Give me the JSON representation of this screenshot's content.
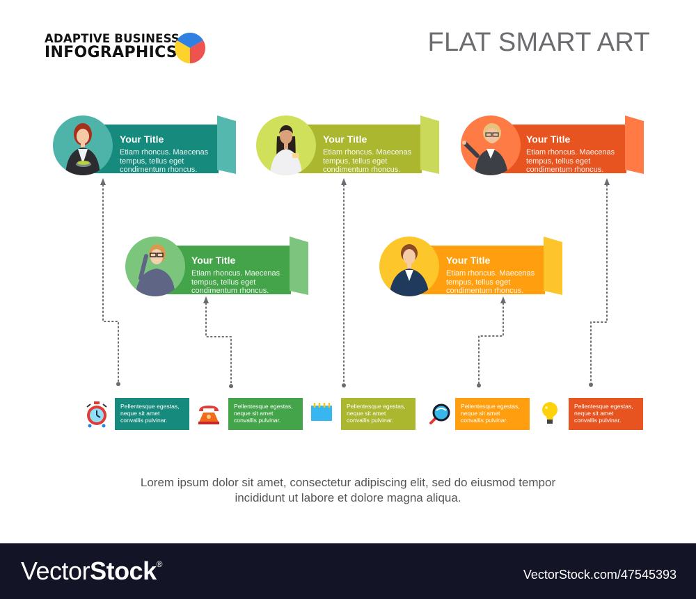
{
  "header": {
    "brand_line1": "ADAPTIVE BUSINESS",
    "brand_line2": "INFOGRAPHICS",
    "brand_icon": "pie-chart-icon",
    "brand_pie_colors": [
      "#2f80e0",
      "#ef5350",
      "#fdd22b"
    ],
    "title": "FLAT SMART ART"
  },
  "cards": [
    {
      "title": "Your Title",
      "text": "Etiam rhoncus. Maecenas tempus, tellus eget condimentum rhoncus.",
      "band_color": "#168a7c",
      "circle_color": "#4eb4aa",
      "fold_color": "#55b8ae",
      "avatar": "woman-eating-salad"
    },
    {
      "title": "Your Title",
      "text": "Etiam rhoncus. Maecenas tempus, tellus eget condimentum rhoncus.",
      "band_color": "#aab72f",
      "circle_color": "#d1e05a",
      "fold_color": "#cbd95a",
      "avatar": "woman-holding-card"
    },
    {
      "title": "Your Title",
      "text": "Etiam rhoncus. Maecenas tempus, tellus eget condimentum rhoncus.",
      "band_color": "#e8541f",
      "circle_color": "#ff7b45",
      "fold_color": "#ff7a45",
      "avatar": "woman-pointing"
    },
    {
      "title": "Your Title",
      "text": "Etiam rhoncus. Maecenas tempus, tellus eget condimentum rhoncus.",
      "band_color": "#44a44a",
      "circle_color": "#7cc57d",
      "fold_color": "#7dc57f",
      "avatar": "woman-adjusting-glasses"
    },
    {
      "title": "Your Title",
      "text": "Etiam rhoncus. Maecenas tempus, tellus eget condimentum rhoncus.",
      "band_color": "#ff9f0f",
      "circle_color": "#fdc72b",
      "fold_color": "#fdc42b",
      "avatar": "woman-in-suit"
    }
  ],
  "steps": [
    {
      "icon": "alarm-clock-icon",
      "text": "Pellentesque egestas, neque sit amet convallis pulvinar.",
      "color": "#168a7c"
    },
    {
      "icon": "telephone-icon",
      "text": "Pellentesque egestas, neque sit amet convallis pulvinar.",
      "color": "#44a44a"
    },
    {
      "icon": "notepad-icon",
      "text": "Pellentesque egestas, neque sit amet convallis pulvinar.",
      "color": "#aab72f"
    },
    {
      "icon": "magnifier-icon",
      "text": "Pellentesque egestas, neque sit amet convallis pulvinar.",
      "color": "#ff9f0f"
    },
    {
      "icon": "light-bulb-icon",
      "text": "Pellentesque egestas, neque sit amet convallis pulvinar.",
      "color": "#e8541f"
    }
  ],
  "footer": {
    "line1": "Lorem ipsum dolor sit amet, consectetur adipiscing elit, sed do eiusmod tempor",
    "line2": "incididunt ut labore et dolore magna aliqua."
  },
  "watermark": {
    "logo_light": "Vector",
    "logo_bold": "Stock",
    "logo_mark": "®",
    "url": "VectorStock.com/47545393"
  }
}
